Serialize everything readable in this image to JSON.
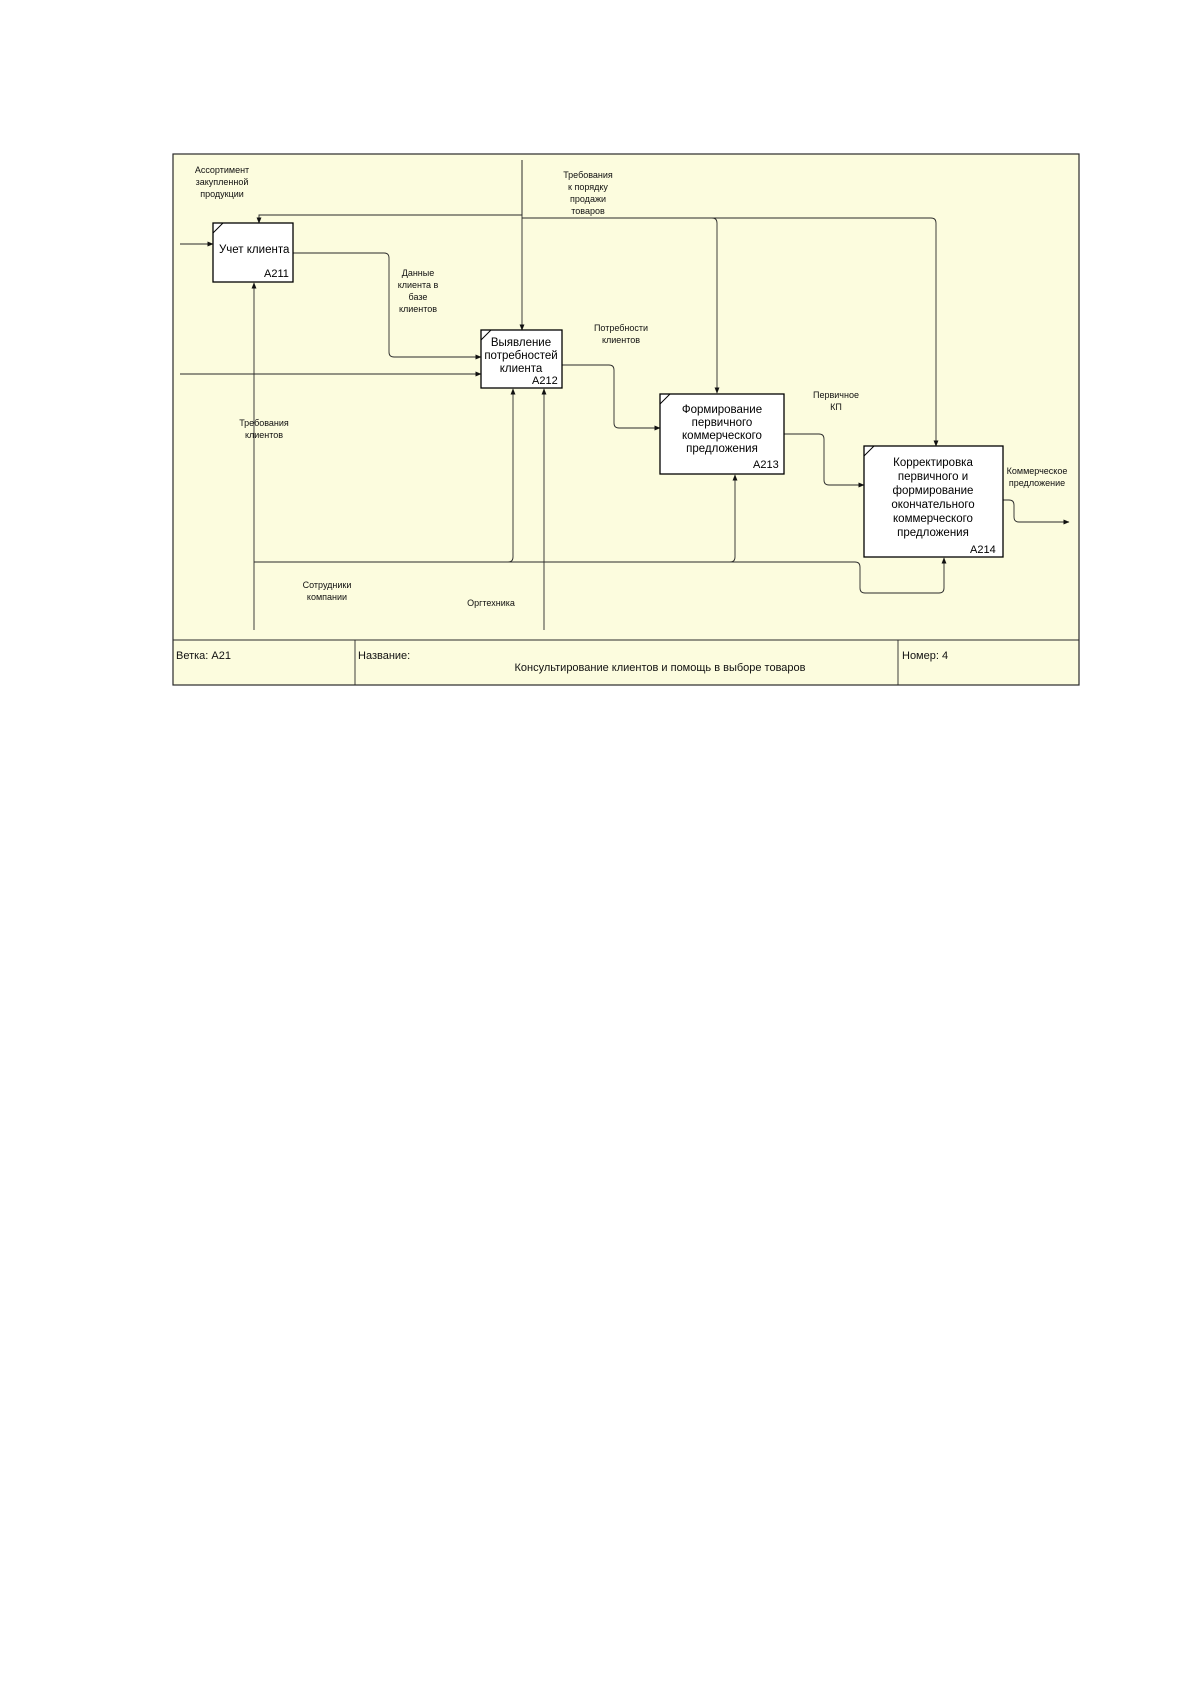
{
  "boxes": [
    {
      "id": "A211",
      "code": "A211",
      "lines": [
        "Учет клиента"
      ]
    },
    {
      "id": "A212",
      "code": "A212",
      "lines": [
        "Выявление",
        "потребностей",
        "клиента"
      ]
    },
    {
      "id": "A213",
      "code": "A213",
      "lines": [
        "Формирование",
        "первичного",
        "коммерческого",
        "предложения"
      ]
    },
    {
      "id": "A214",
      "code": "A214",
      "lines": [
        "Корректировка",
        "первичного и",
        "формирование",
        "окончательного",
        "коммерческого",
        "предложения"
      ]
    }
  ],
  "labels": {
    "assortment": [
      "Ассортимент",
      "закупленной",
      "продукции"
    ],
    "requirements_order": [
      "Требования",
      "к порядку",
      "продажи",
      "товаров"
    ],
    "client_data": [
      "Данные",
      "клиента в",
      "базе",
      "клиентов"
    ],
    "needs": [
      "Потребности",
      "клиентов"
    ],
    "primary_kp": [
      "Первичное",
      "КП"
    ],
    "client_requirements": [
      "Требования",
      "клиентов"
    ],
    "commercial_offer": [
      "Коммерческое",
      "предложение"
    ],
    "staff": [
      "Сотрудники",
      "компании"
    ],
    "equipment": [
      "Оргтехника"
    ]
  },
  "footer": {
    "branch": "Ветка: A21",
    "name_label": "Название:",
    "title": "Консультирование клиентов и помощь в выборе товаров",
    "number": "Номер: 4"
  }
}
